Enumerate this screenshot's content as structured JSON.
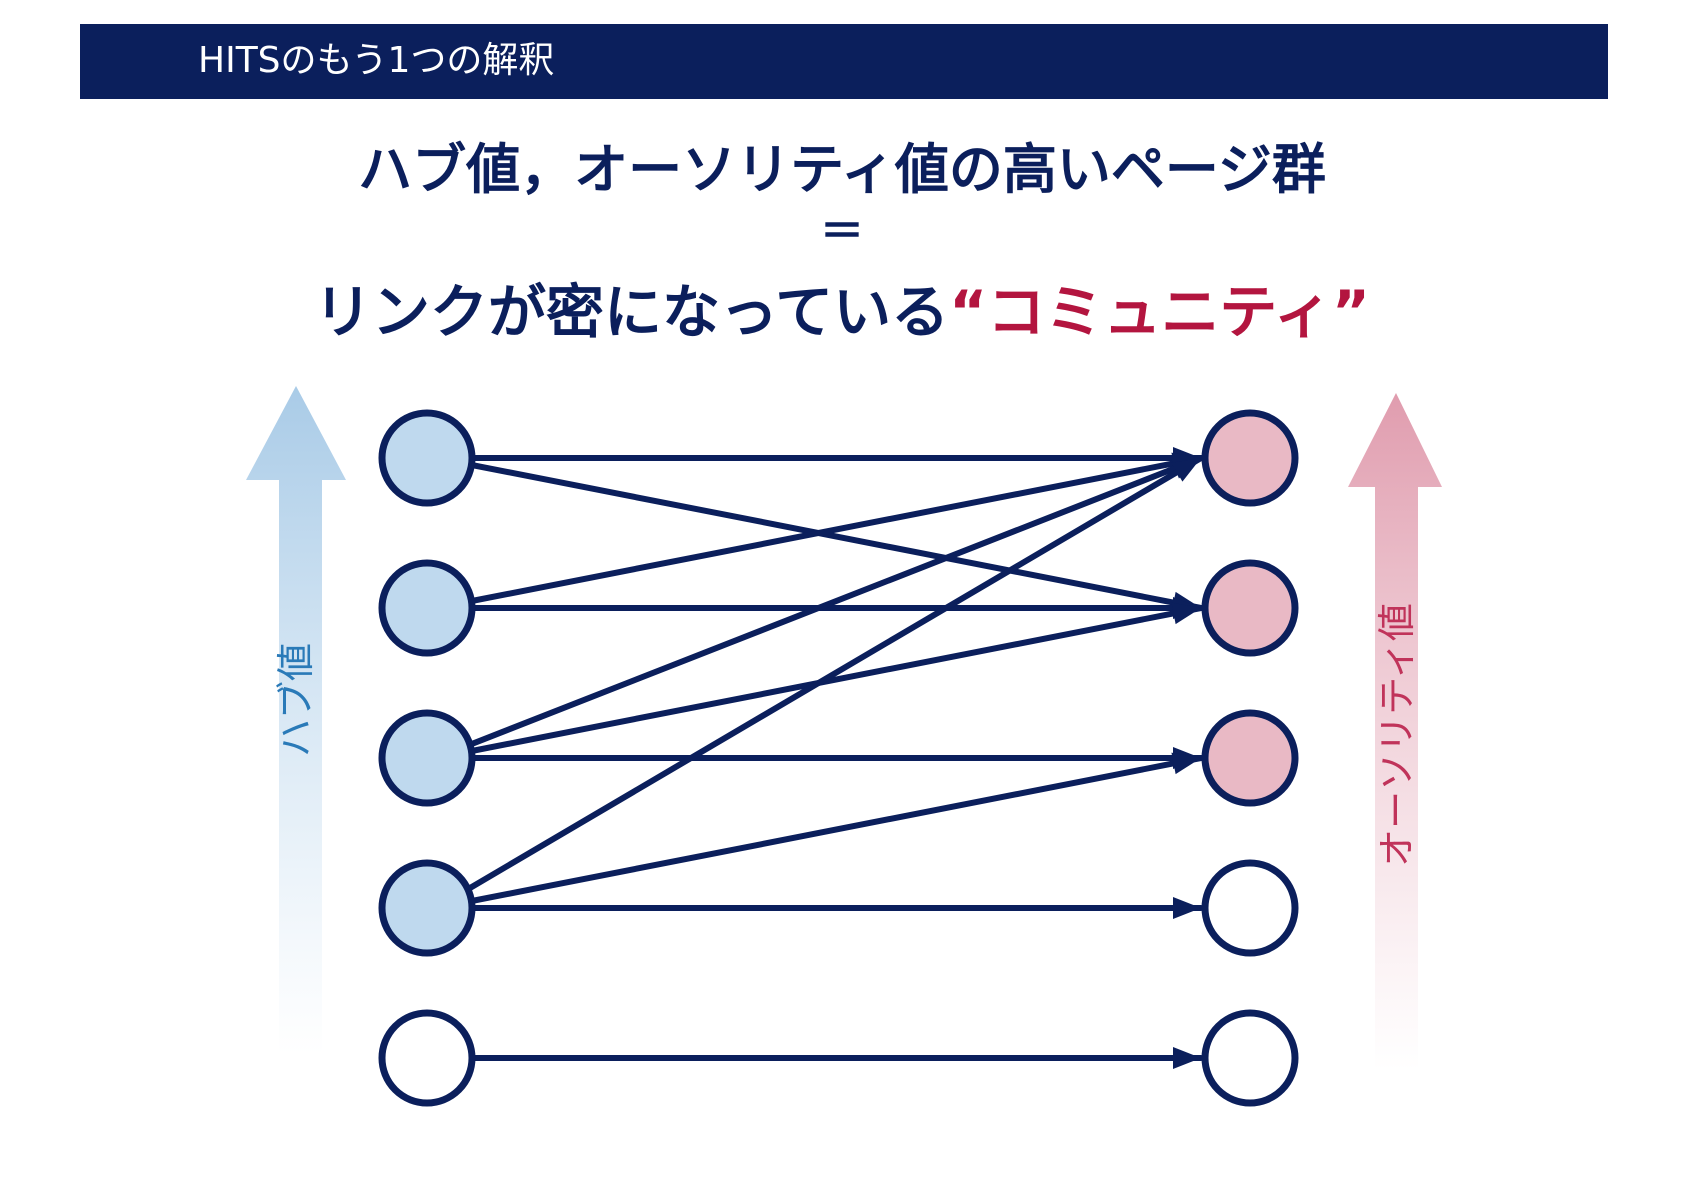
{
  "header": {
    "title": "HITSのもう1つの解釈"
  },
  "headline": {
    "line1": "ハブ値，オーソリティ値の高いページ群",
    "equals": "＝",
    "line2_prefix": "リンクが密になっている",
    "line2_quote_open": "“",
    "line2_accent": "コミュニティ",
    "line2_quote_close": "”"
  },
  "axes": {
    "hub_label": "ハブ値",
    "authority_label": "オーソリティ値"
  },
  "colors": {
    "navy": "#0b1f5c",
    "accent": "#b3153f",
    "hub_fill": "#bfd9ee",
    "authority_fill": "#e9b9c5",
    "hub_arrow": "#a9cbe7",
    "authority_arrow": "#e09cae",
    "hub_text": "#2a7ab8",
    "authority_text": "#c0335a"
  },
  "graph": {
    "hubs": [
      {
        "highlighted": true
      },
      {
        "highlighted": true
      },
      {
        "highlighted": true
      },
      {
        "highlighted": true
      },
      {
        "highlighted": false
      }
    ],
    "authorities": [
      {
        "highlighted": true
      },
      {
        "highlighted": true
      },
      {
        "highlighted": true
      },
      {
        "highlighted": false
      },
      {
        "highlighted": false
      }
    ],
    "edges": [
      [
        0,
        0
      ],
      [
        0,
        1
      ],
      [
        1,
        0
      ],
      [
        1,
        1
      ],
      [
        2,
        0
      ],
      [
        2,
        1
      ],
      [
        2,
        2
      ],
      [
        3,
        0
      ],
      [
        3,
        2
      ],
      [
        3,
        3
      ],
      [
        4,
        4
      ]
    ]
  }
}
